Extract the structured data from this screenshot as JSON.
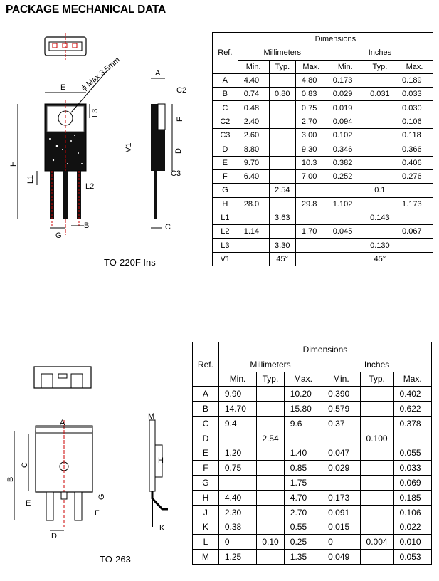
{
  "title": "PACKAGE MECHANICAL DATA",
  "package1": {
    "caption": "TO-220F Ins",
    "drawing_labels": {
      "A": "A",
      "C2": "C2",
      "E": "E",
      "max": "ϕ Max 3.5mm",
      "L3": "L3",
      "F": "F",
      "H": "H",
      "D": "D",
      "V1": "V1",
      "L1": "L1",
      "L2": "L2",
      "C3": "C3",
      "G": "G",
      "B": "B",
      "C": "C"
    },
    "table": {
      "header_ref": "Ref.",
      "header_dims": "Dimensions",
      "header_mm": "Millimeters",
      "header_in": "Inches",
      "sub": [
        "Min.",
        "Typ.",
        "Max.",
        "Min.",
        "Typ.",
        "Max."
      ],
      "rows": [
        [
          "A",
          "4.40",
          "",
          "4.80",
          "0.173",
          "",
          "0.189"
        ],
        [
          "B",
          "0.74",
          "0.80",
          "0.83",
          "0.029",
          "0.031",
          "0.033"
        ],
        [
          "C",
          "0.48",
          "",
          "0.75",
          "0.019",
          "",
          "0.030"
        ],
        [
          "C2",
          "2.40",
          "",
          "2.70",
          "0.094",
          "",
          "0.106"
        ],
        [
          "C3",
          "2.60",
          "",
          "3.00",
          "0.102",
          "",
          "0.118"
        ],
        [
          "D",
          "8.80",
          "",
          "9.30",
          "0.346",
          "",
          "0.366"
        ],
        [
          "E",
          "9.70",
          "",
          "10.3",
          "0.382",
          "",
          "0.406"
        ],
        [
          "F",
          "6.40",
          "",
          "7.00",
          "0.252",
          "",
          "0.276"
        ],
        [
          "G",
          "",
          "2.54",
          "",
          "",
          "0.1",
          ""
        ],
        [
          "H",
          "28.0",
          "",
          "29.8",
          "1.102",
          "",
          "1.173"
        ],
        [
          "L1",
          "",
          "3.63",
          "",
          "",
          "0.143",
          ""
        ],
        [
          "L2",
          "1.14",
          "",
          "1.70",
          "0.045",
          "",
          "0.067"
        ],
        [
          "L3",
          "",
          "3.30",
          "",
          "",
          "0.130",
          ""
        ],
        [
          "V1",
          "",
          "45°",
          "",
          "",
          "45°",
          ""
        ]
      ]
    }
  },
  "package2": {
    "caption": "TO-263",
    "drawing_labels": {
      "A": "A",
      "M": "M",
      "B": "B",
      "C": "C",
      "H": "H",
      "G": "G",
      "E": "E",
      "F": "F",
      "D": "D",
      "K": "K"
    },
    "table": {
      "header_ref": "Ref.",
      "header_dims": "Dimensions",
      "header_mm": "Millimeters",
      "header_in": "Inches",
      "sub": [
        "Min.",
        "Typ.",
        "Max.",
        "Min.",
        "Typ.",
        "Max."
      ],
      "rows": [
        [
          "A",
          "9.90",
          "",
          "10.20",
          "0.390",
          "",
          "0.402"
        ],
        [
          "B",
          "14.70",
          "",
          "15.80",
          "0.579",
          "",
          "0.622"
        ],
        [
          "C",
          "9.4",
          "",
          "9.6",
          "0.37",
          "",
          "0.378"
        ],
        [
          "D",
          "",
          "2.54",
          "",
          "",
          "0.100",
          ""
        ],
        [
          "E",
          "1.20",
          "",
          "1.40",
          "0.047",
          "",
          "0.055"
        ],
        [
          "F",
          "0.75",
          "",
          "0.85",
          "0.029",
          "",
          "0.033"
        ],
        [
          "G",
          "",
          "",
          "1.75",
          "",
          "",
          "0.069"
        ],
        [
          "H",
          "4.40",
          "",
          "4.70",
          "0.173",
          "",
          "0.185"
        ],
        [
          "J",
          "2.30",
          "",
          "2.70",
          "0.091",
          "",
          "0.106"
        ],
        [
          "K",
          "0.38",
          "",
          "0.55",
          "0.015",
          "",
          "0.022"
        ],
        [
          "L",
          "0",
          "0.10",
          "0.25",
          "0",
          "0.004",
          "0.010"
        ],
        [
          "M",
          "1.25",
          "",
          "1.35",
          "0.049",
          "",
          "0.053"
        ]
      ]
    }
  }
}
